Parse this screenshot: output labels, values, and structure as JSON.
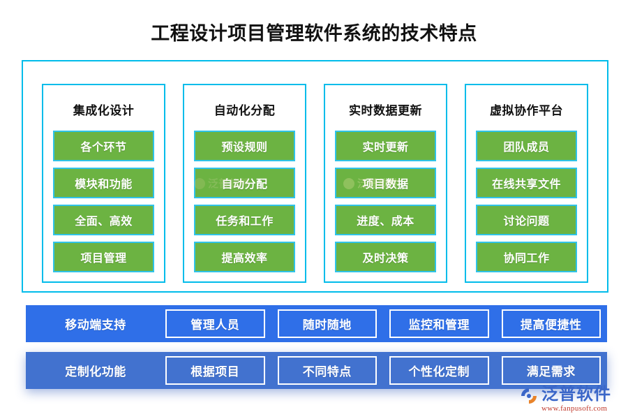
{
  "page": {
    "title": "工程设计项目管理软件系统的技术特点",
    "accent_cyan": "#00bcea",
    "chip_green": "#6cb342",
    "bar_blue_primary": "#2f6fe8",
    "bar_blue_secondary": "#4272cf"
  },
  "columns": [
    {
      "title": "集成化设计",
      "items": [
        "各个环节",
        "模块和功能",
        "全面、高效",
        "项目管理"
      ]
    },
    {
      "title": "自动化分配",
      "items": [
        "预设规则",
        "自动分配",
        "任务和工作",
        "提高效率"
      ]
    },
    {
      "title": "实时数据更新",
      "items": [
        "实时更新",
        "项目数据",
        "进度、成本",
        "及时决策"
      ]
    },
    {
      "title": "虚拟协作平台",
      "items": [
        "团队成员",
        "在线共享文件",
        "讨论问题",
        "协同工作"
      ]
    }
  ],
  "bars": [
    {
      "label": "移动端支持",
      "items": [
        "管理人员",
        "随时随地",
        "监控和管理",
        "提高便捷性"
      ]
    },
    {
      "label": "定制化功能",
      "items": [
        "根据项目",
        "不同特点",
        "个性化定制",
        "满足需求"
      ]
    }
  ],
  "watermarks": {
    "center": "泛普软件",
    "right": "泛普软件"
  },
  "brand": {
    "name": "泛普软件",
    "url": "www.fanpusoft.com"
  }
}
